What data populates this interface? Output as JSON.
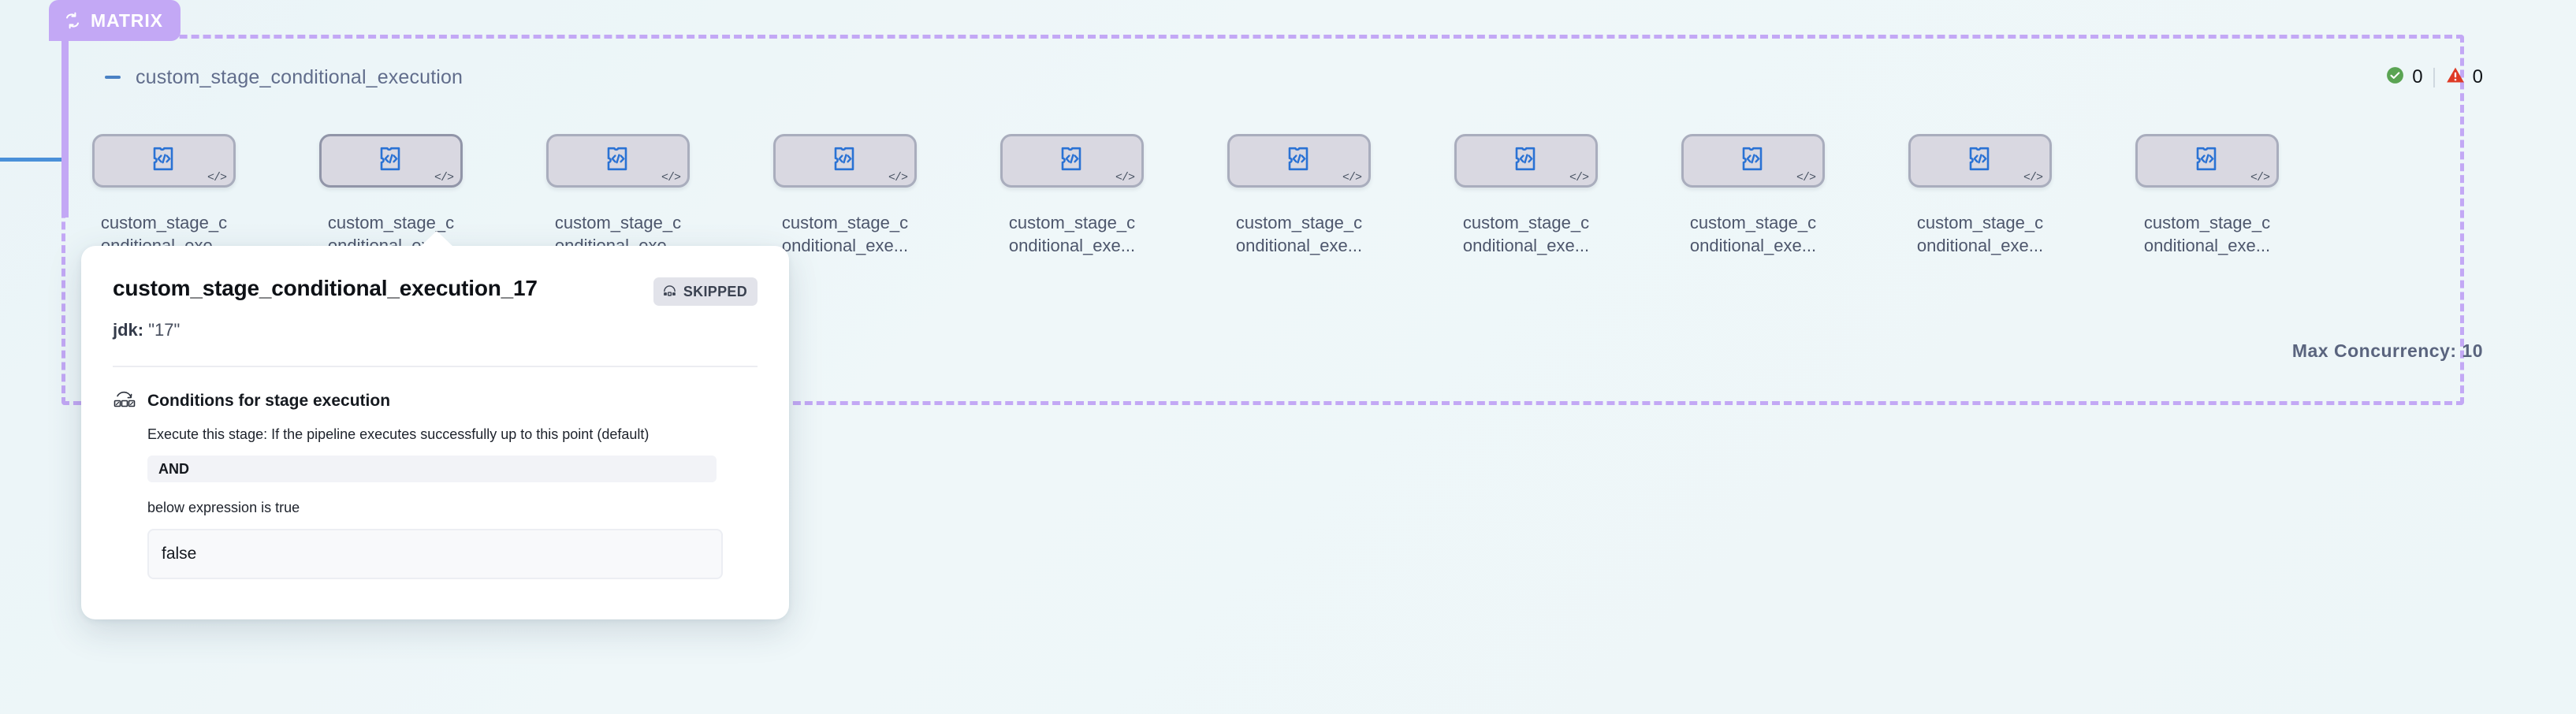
{
  "group": {
    "badge_label": "MATRIX",
    "badge_icon": "loop-icon",
    "collapse_icon": "minus-icon",
    "title": "custom_stage_conditional_execution",
    "max_concurrency_label": "Max Concurrency: 10",
    "accent_color": "#c3a8f5",
    "background_color": "#eef6f8"
  },
  "status": {
    "success_icon": "check-circle-icon",
    "success_count": "0",
    "success_color": "#5aa453",
    "warning_icon": "warning-triangle-icon",
    "warning_count": "0",
    "warning_color": "#de3b26"
  },
  "nodes": [
    {
      "icon": "puzzle-code-icon",
      "badge_icon": "code-icon",
      "label_line1": "custom_stage_c",
      "label_line2": "onditional_exe...",
      "state": "active"
    },
    {
      "icon": "puzzle-code-icon",
      "badge_icon": "code-icon",
      "label_line1": "custom_stage_c",
      "label_line2": "onditional_exe...",
      "state": "selected"
    },
    {
      "icon": "puzzle-code-icon",
      "badge_icon": "code-icon",
      "label_line1": "custom_stage_c",
      "label_line2": "onditional_exe...",
      "state": "active"
    },
    {
      "icon": "puzzle-code-icon",
      "badge_icon": "code-icon",
      "label_line1": "custom_stage_c",
      "label_line2": "onditional_exe...",
      "state": "active"
    },
    {
      "icon": "puzzle-code-icon",
      "badge_icon": "code-icon",
      "label_line1": "custom_stage_c",
      "label_line2": "onditional_exe...",
      "state": "active"
    },
    {
      "icon": "puzzle-code-icon",
      "badge_icon": "code-icon",
      "label_line1": "custom_stage_c",
      "label_line2": "onditional_exe...",
      "state": "active"
    },
    {
      "icon": "puzzle-code-icon",
      "badge_icon": "code-icon",
      "label_line1": "custom_stage_c",
      "label_line2": "onditional_exe...",
      "state": "active"
    },
    {
      "icon": "puzzle-code-icon",
      "badge_icon": "code-icon",
      "label_line1": "custom_stage_c",
      "label_line2": "onditional_exe...",
      "state": "active"
    },
    {
      "icon": "puzzle-code-icon",
      "badge_icon": "code-icon",
      "label_line1": "custom_stage_c",
      "label_line2": "onditional_exe...",
      "state": "active"
    },
    {
      "icon": "puzzle-code-icon",
      "badge_icon": "code-icon",
      "label_line1": "custom_stage_c",
      "label_line2": "onditional_exe...",
      "state": "active"
    }
  ],
  "popover": {
    "title": "custom_stage_conditional_execution_17",
    "status_badge_icon": "skip-icon",
    "status_badge_label": "SKIPPED",
    "param_key": "jdk:",
    "param_value": "\"17\"",
    "conditions": {
      "icon": "conditions-icon",
      "heading": "Conditions for stage execution",
      "description": "Execute this stage: If the pipeline executes successfully up to this point (default)",
      "operator": "AND",
      "expression_label": "below expression is true",
      "expression_value": "false"
    }
  }
}
